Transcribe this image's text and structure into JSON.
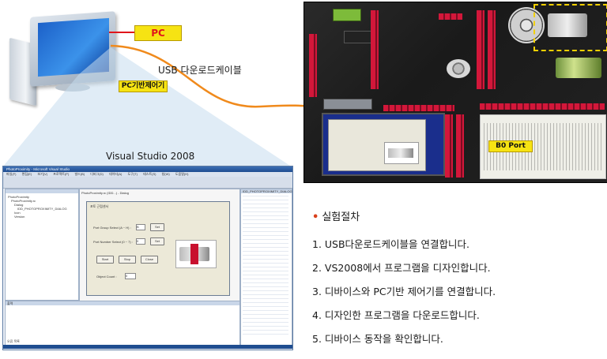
{
  "labels": {
    "pc": "PC",
    "cable": "USB 다운로드케이블",
    "visual_studio": "Visual Studio 2008",
    "controller": "PC기반제어기",
    "port": "B0 Port"
  },
  "procedure": {
    "title": "실험절차",
    "steps": [
      "1. USB다운로드케이블을 연결합니다.",
      "2. VS2008에서 프로그램을 디자인합니다.",
      "3. 디바이스와 PC기반 제어기를 연결합니다.",
      "4. 디자인한 프로그램을 다운로드합니다.",
      "5. 디바이스 동작을 확인합니다."
    ]
  },
  "vs_window": {
    "title": "PhotoProximity - Microsoft Visual Studio",
    "menu": [
      "파일(F)",
      "편집(E)",
      "보기(V)",
      "프로젝트(P)",
      "빌드(B)",
      "디버그(D)",
      "데이터(A)",
      "도구(T)",
      "테스트(S)",
      "창(W)",
      "도움말(H)"
    ],
    "tree_root": "PhotoProximity",
    "tree_items": [
      "PhotoProximity.rc",
      "Dialog",
      "IDD_PHOTOPROXIMITY_DIALOG",
      "Icon",
      "Version"
    ],
    "design_tab": "PhotoProximity.rc (IDD...) - Dialog",
    "dialog": {
      "caption": "포토 근접센서",
      "row1_label": "Port Group Select (A ~ H) :",
      "row1_value": "B",
      "row1_button": "Set",
      "row2_label": "Port Number Select (0 ~ 7) :",
      "row2_value": "0",
      "row2_button": "Set",
      "buttons": [
        "Start",
        "Stop",
        "Close"
      ],
      "counter_label": "Object Count :",
      "counter_value": "0"
    },
    "props_title": "IDD_PHOTOPROXIMITY_DIALOG",
    "output_label": "출력",
    "error_label": "오류 목록"
  },
  "colors": {
    "label_bg": "#f6e313",
    "label_text": "#e0151b",
    "line": "#e0151b",
    "cable": "#f08a1c",
    "bullet": "#d9411c"
  }
}
